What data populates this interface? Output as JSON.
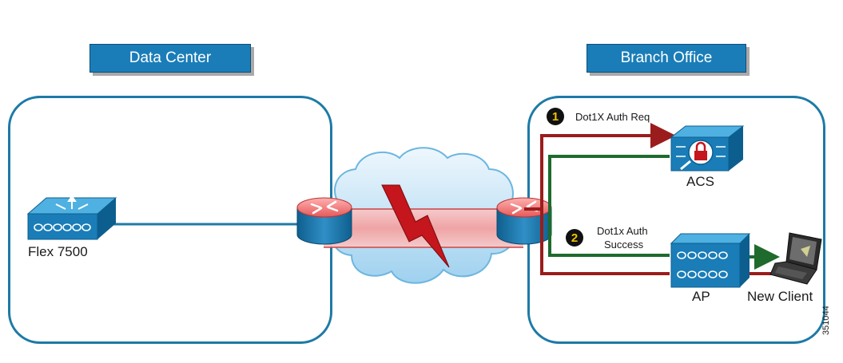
{
  "sections": {
    "data_center": {
      "title": "Data Center"
    },
    "branch_office": {
      "title": "Branch Office"
    }
  },
  "devices": {
    "controller": {
      "label": "Flex 7500",
      "icon": "wireless-controller-icon"
    },
    "router_left": {
      "icon": "router-icon"
    },
    "router_right": {
      "icon": "router-icon"
    },
    "wan": {
      "icon": "cloud-icon",
      "fault_icon": "lightning-bolt-icon"
    },
    "acs": {
      "label": "ACS",
      "icon": "acs-server-lock-icon"
    },
    "ap": {
      "label": "AP",
      "icon": "access-point-icon"
    },
    "client": {
      "label": "New Client",
      "icon": "laptop-icon"
    }
  },
  "steps": [
    {
      "number": "1",
      "label": "Dot1X Auth Req"
    },
    {
      "number": "2",
      "label_line1": "Dot1x Auth",
      "label_line2": "Success"
    }
  ],
  "figure_id": "351044",
  "colors": {
    "accent": "#1a7db8",
    "region_border": "#1d7aa6",
    "request_path": "#9b1c1c",
    "success_path": "#1e6b2d",
    "fault": "#c4161c"
  }
}
